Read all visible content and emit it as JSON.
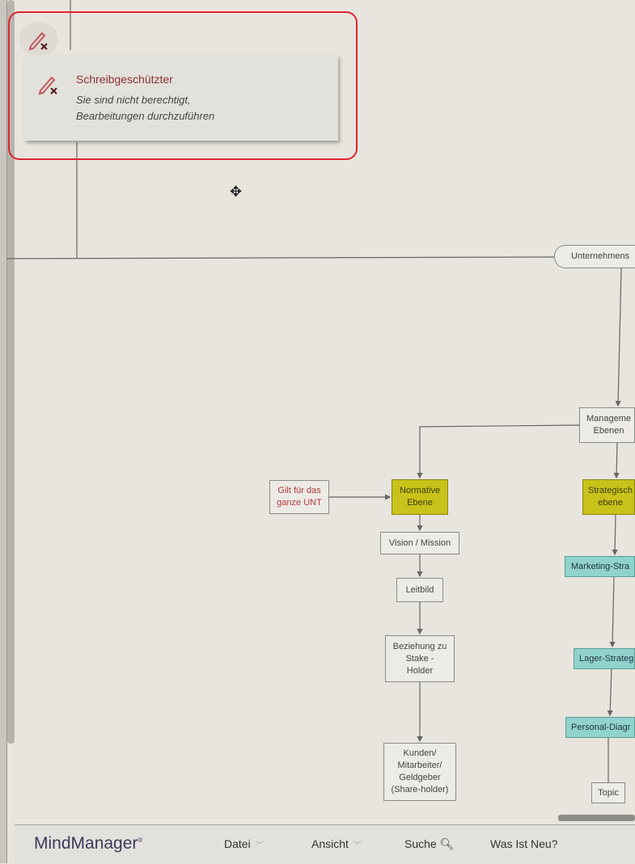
{
  "popup": {
    "title": "Schreibgeschützter",
    "message": "Sie sind nicht berechtigt,\nBearbeitungen durchzuführen",
    "icon": "pencil-x-icon",
    "accent_color": "#8c2f34",
    "highlight_color": "#e0242b"
  },
  "map": {
    "root": "Unternehmens",
    "management": "Manageme\nEbenen",
    "strategic": "Strategisch\nebene",
    "marketing": "Marketing-Stra",
    "lager": "Lager-Strateg",
    "personal": "Personal-Diagr",
    "topic": "Topic",
    "gilt": "Gilt für das\nganze UNT",
    "normative": "Normative\nEbene",
    "vision": "Vision / Mission",
    "leitbild": "Leitbild",
    "beziehung": "Beziehung zu\nStake -\nHolder",
    "kunden": "Kunden/\nMitarbeiter/\nGeldgeber\n(Share-holder)"
  },
  "bottombar": {
    "logo": "MindManager",
    "logo_mark": "®",
    "datei": "Datei",
    "ansicht": "Ansicht",
    "suche": "Suche",
    "neu": "Was Ist Neu?"
  }
}
